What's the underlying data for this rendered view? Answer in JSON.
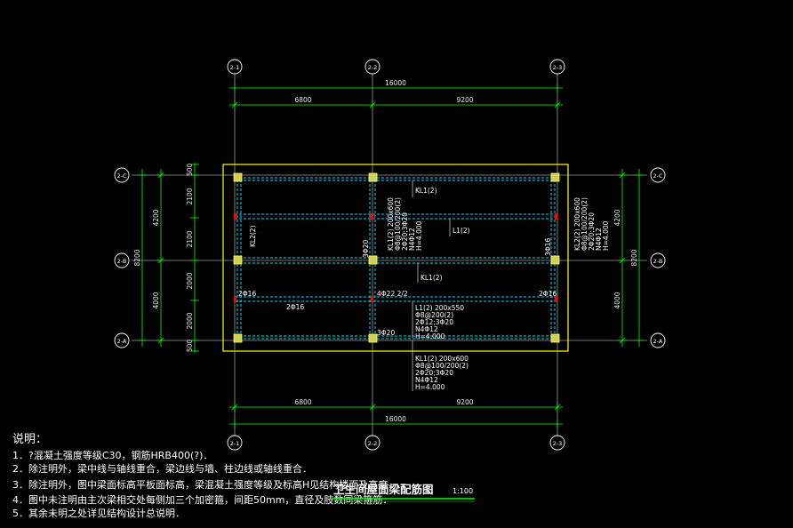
{
  "colors": {
    "background": "#000000",
    "grid_line": "#9a9a9a",
    "dimension": "#00ff00",
    "wall_outline": "#ffff00",
    "beam": "#00d8ff",
    "column": "#cfcf5a",
    "rebar_mark": "#ff0000",
    "text": "#ffffff"
  },
  "axes": {
    "top": [
      "2-1",
      "2-2",
      "2-3"
    ],
    "bottom": [
      "2-1",
      "2-2",
      "2-3"
    ],
    "left": [
      "2-C",
      "2-B",
      "2-A"
    ],
    "right": [
      "2-C",
      "2-B",
      "2-A"
    ]
  },
  "dimensions": {
    "top_total": "16000",
    "top_spans": [
      "6800",
      "9200"
    ],
    "bottom_spans": [
      "6800",
      "9200"
    ],
    "bottom_total": "16000",
    "left_outer_total": "8200",
    "left_mid": [
      "4200",
      "4000"
    ],
    "left_inner": [
      "500",
      "2100",
      "2100",
      "2000",
      "2000",
      "500"
    ],
    "right_mid": [
      "4200",
      "4000"
    ],
    "right_total": "8200"
  },
  "beam_labels": {
    "kl1_top": "KL1(2)",
    "kl1_mid": "KL1(2)",
    "l1_upper": "L1(2)",
    "kl2_left": "KL2(2)",
    "kl1_vertical": [
      "KL1(2) 200x600",
      "Φ8@100/200(2)",
      "2Φ20;3Φ20",
      "N4Φ12",
      "H=4.000"
    ],
    "kl2_right": [
      "KL2(2) 200x600",
      "Φ8@100/200(2)",
      "2Φ20;3Φ20",
      "N4Φ12",
      "H=4.000"
    ],
    "l1_lower": [
      "L1(2) 200x550",
      "Φ8@200(2)",
      "2Φ12;3Φ20",
      "N4Φ12",
      "H=4.000"
    ],
    "kl1_bottom": [
      "KL1(2) 200x600",
      "Φ8@100/200(2)",
      "2Φ20;3Φ20",
      "N4Φ12",
      "H=4.000"
    ]
  },
  "rebar_labels": {
    "r_3c20_center": "3Φ20",
    "r_3c16_right": "3Φ16",
    "r_2c16_left": "2Φ16",
    "r_2c16_lower": "2Φ16",
    "r_4c22": "4Φ22 2/2",
    "r_2c16_right": "2Φ16",
    "r_3c20_bottom": "3Φ20"
  },
  "notes": {
    "heading": "说明：",
    "items": [
      "1．?混凝土强度等级C30，钢筋HRB400(?)．",
      "2．除注明外，梁中线与轴线重合，梁边线与墙、柱边线或轴线重合．",
      "3．除注明外，图中梁面标高平板面标高，梁混凝土强度等级及标高H见结构楼面及高度．",
      "4．图中未注明由主次梁相交处每侧加三个加密箍，间距50mm，直径及肢数同梁箍筋．",
      "5．其余未明之处详见结构设计总说明．"
    ]
  },
  "drawing_title": {
    "text": "卫生间屋面梁配筋图",
    "scale": "1:100"
  }
}
